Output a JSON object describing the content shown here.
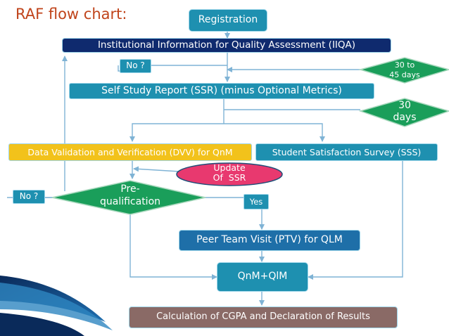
{
  "title": "RAF flow chart:",
  "nodes": {
    "registration": "Registration",
    "iiqa": "Institutional Information for Quality Assessment (IIQA)",
    "no_top": "No ?",
    "days_30_45": "30 to\n45 days",
    "ssr": "Self Study Report (SSR) (minus Optional Metrics)",
    "days_30": "30\ndays",
    "dvv": "Data Validation and Verification (DVV) for QnM",
    "sss": "Student Satisfaction Survey (SSS)",
    "update_ssr": "Update\nOf  SSR",
    "no_left": "No ?",
    "prequal": "Pre-\nqualification",
    "yes": "Yes",
    "ptv": "Peer Team Visit (PTV) for QLM",
    "qnm_qlm": "QnM+QlM",
    "cgpa": "Calculation of CGPA and Declaration of Results"
  },
  "colors": {
    "title": "#c0441b",
    "registration": "#1e90b0",
    "iiqa": "#0f2a6e",
    "ssr": "#1e90b0",
    "dvv": "#f2c21b",
    "sss": "#1e90b0",
    "green": "#1a9e5a",
    "update": "#e8396f",
    "ptv": "#1e6fa8",
    "qnm": "#1e90b0",
    "cgpa": "#8a6a66",
    "wire": "#7fb3d5"
  }
}
